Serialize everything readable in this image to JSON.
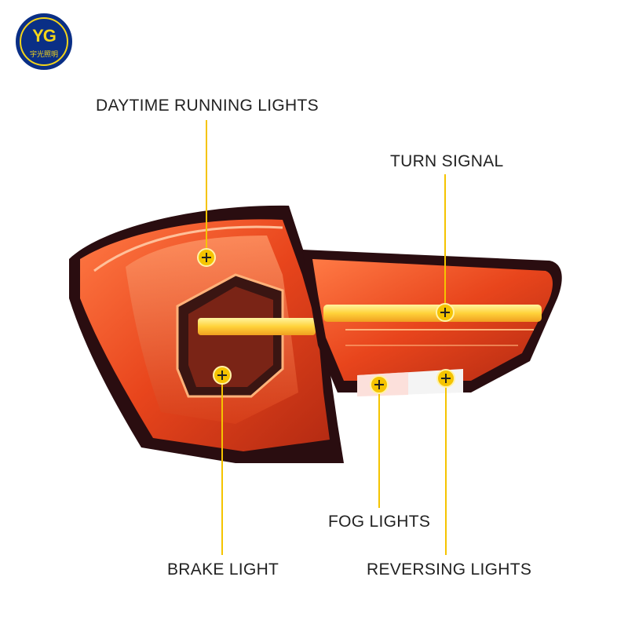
{
  "logo": {
    "mark": "YG",
    "subtitle": "宇光照明"
  },
  "callouts": {
    "daytime_running_lights": "DAYTIME RUNNING LIGHTS",
    "turn_signal": "TURN SIGNAL",
    "fog_lights": "FOG LIGHTS",
    "brake_light": "BRAKE LIGHT",
    "reversing_lights": "REVERSING LIGHTS"
  },
  "colors": {
    "accent": "#f5c400",
    "lamp_red": "#e8451c",
    "lamp_dark": "#2a0d10",
    "signal_yellow": "#ffd23a"
  }
}
